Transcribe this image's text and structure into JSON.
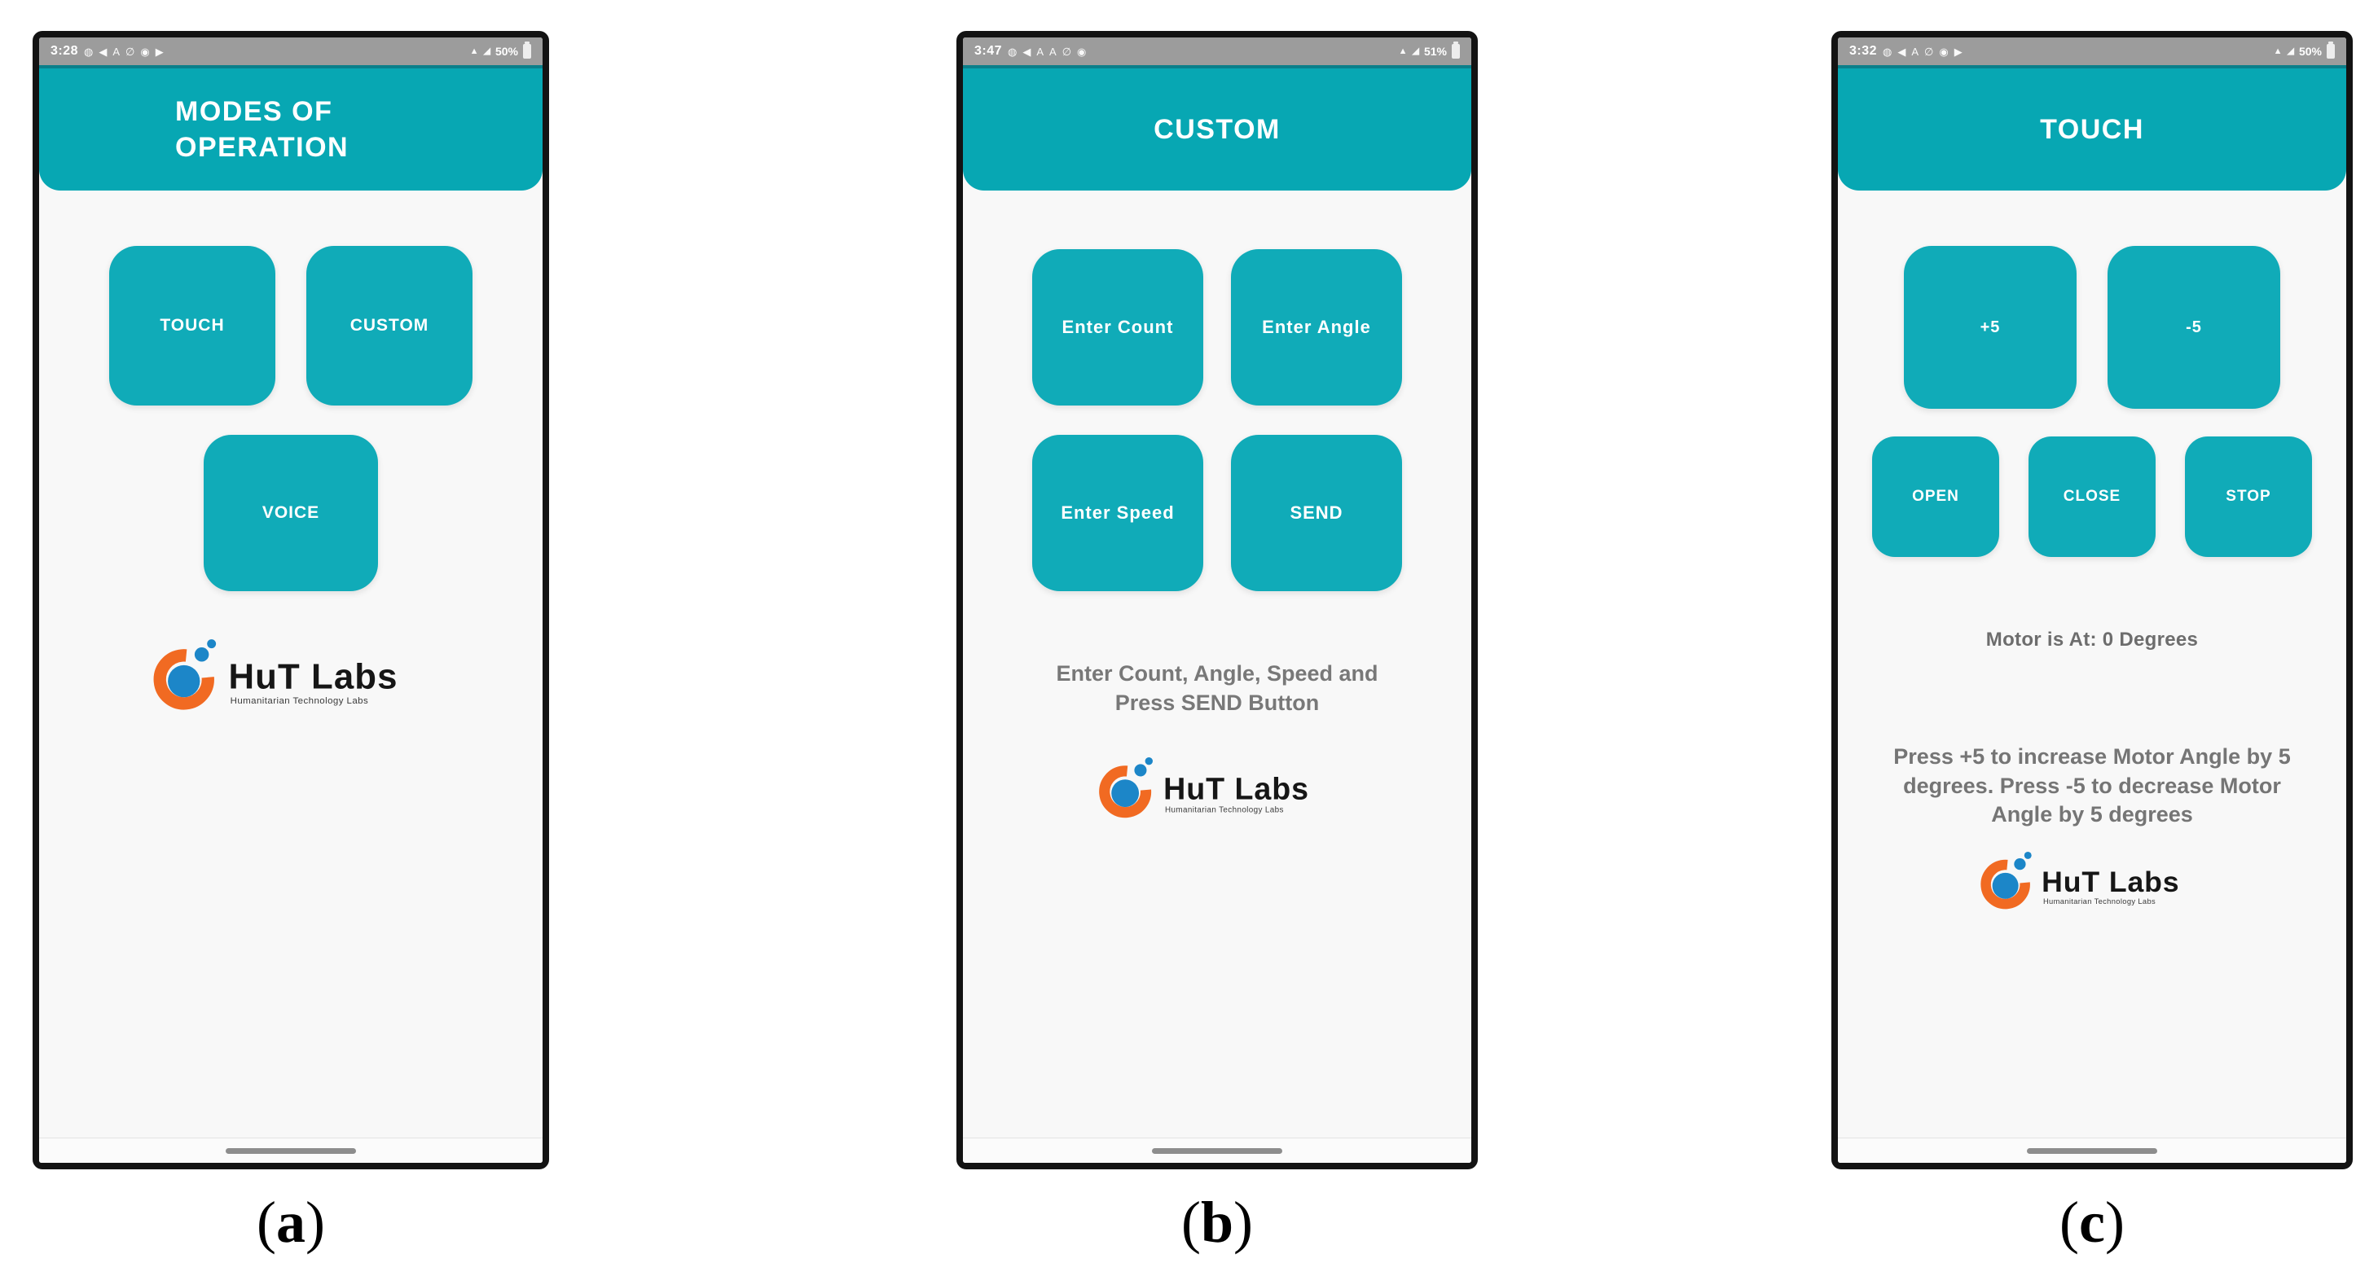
{
  "colors": {
    "header_teal": "#07a7b3",
    "button_teal": "#10abb8",
    "statusbar_gray": "#9c9c9c",
    "screen_bg": "#f8f8f8",
    "instruction_gray": "#787878",
    "logo_orange": "#f16a22",
    "logo_blue": "#1c86c8"
  },
  "logo": {
    "title": "HuT Labs",
    "subtitle": "Humanitarian Technology Labs"
  },
  "caption": {
    "open": "(",
    "close": ")"
  },
  "captions": [
    {
      "letter": "a"
    },
    {
      "letter": "b"
    },
    {
      "letter": "c"
    }
  ],
  "phones": [
    {
      "statusbar": {
        "time": "3:28",
        "left_icons": [
          "◍",
          "◀",
          "A",
          "∅",
          "◉",
          "▶"
        ],
        "wifi": "▲",
        "signal": "◢",
        "battery_percent": "50%"
      },
      "header_title": "MODES OF OPERATION",
      "buttons": {
        "touch": "TOUCH",
        "custom": "CUSTOM",
        "voice": "VOICE"
      }
    },
    {
      "statusbar": {
        "time": "3:47",
        "left_icons": [
          "◍",
          "◀",
          "A",
          "A",
          "∅",
          "◉"
        ],
        "wifi": "▲",
        "signal": "◢",
        "battery_percent": "51%"
      },
      "header_title": "CUSTOM",
      "buttons": {
        "enter_count": "Enter Count",
        "enter_angle": "Enter Angle",
        "enter_speed": "Enter Speed",
        "send": "SEND"
      },
      "instruction": "Enter Count, Angle, Speed and Press SEND Button"
    },
    {
      "statusbar": {
        "time": "3:32",
        "left_icons": [
          "◍",
          "◀",
          "A",
          "∅",
          "◉",
          "▶"
        ],
        "wifi": "▲",
        "signal": "◢",
        "battery_percent": "50%"
      },
      "header_title": "TOUCH",
      "buttons": {
        "plus5": "+5",
        "minus5": "-5",
        "open": "OPEN",
        "close": "CLOSE",
        "stop": "STOP"
      },
      "motor_status": "Motor is At: 0 Degrees",
      "instruction": "Press +5 to increase Motor Angle by 5 degrees. Press -5 to decrease Motor Angle by 5 degrees"
    }
  ]
}
